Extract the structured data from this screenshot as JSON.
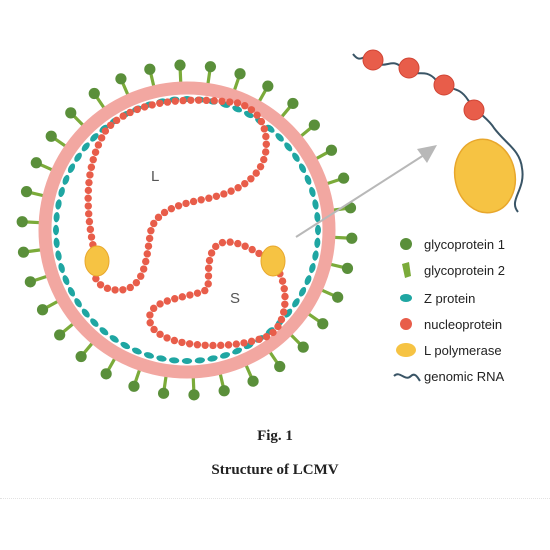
{
  "diagram": {
    "segments": {
      "large": "L",
      "small": "S"
    },
    "legend": [
      {
        "key": "glycoprotein1",
        "label": "glycoprotein 1",
        "color": "#5a8f3a",
        "icon": "dark-green-dot"
      },
      {
        "key": "glycoprotein2",
        "label": "glycoprotein 2",
        "color": "#7bab3a",
        "icon": "green-spike"
      },
      {
        "key": "zprotein",
        "label": "Z protein",
        "color": "#1fa6a2",
        "icon": "teal-oval"
      },
      {
        "key": "nucleoprotein",
        "label": "nucleoprotein",
        "color": "#e85d4a",
        "icon": "red-dot"
      },
      {
        "key": "lpolymerase",
        "label": "L polymerase",
        "color": "#f6c343",
        "icon": "yellow-oval"
      },
      {
        "key": "genomicrna",
        "label": "genomic RNA",
        "color": "#3a5566",
        "icon": "wavy-line"
      }
    ],
    "colors": {
      "membrane": "#f2a7a1",
      "membrane_edge": "#e87f7a",
      "zoom_arrow": "#b8b8b8"
    }
  },
  "caption": {
    "figure_number": "Fig. 1",
    "title": "Structure of LCMV"
  }
}
